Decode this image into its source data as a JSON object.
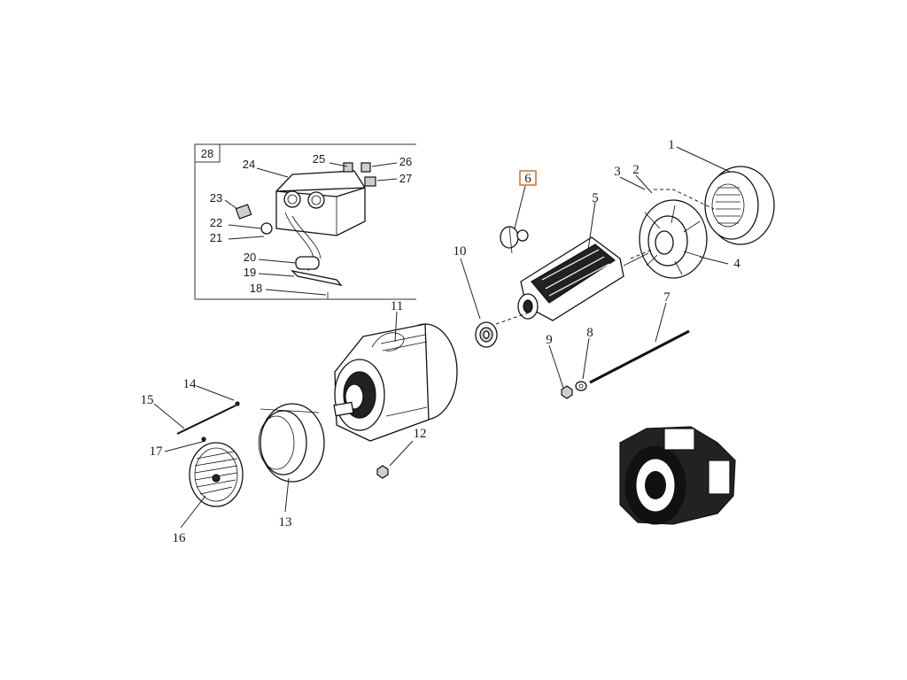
{
  "figure": {
    "highlight_color": "#c8742c"
  },
  "inset": {
    "box_label": "28",
    "callouts": [
      {
        "id": "18",
        "text": "18"
      },
      {
        "id": "19",
        "text": "19"
      },
      {
        "id": "20",
        "text": "20"
      },
      {
        "id": "21",
        "text": "21"
      },
      {
        "id": "22",
        "text": "22"
      },
      {
        "id": "23",
        "text": "23"
      },
      {
        "id": "24",
        "text": "24"
      },
      {
        "id": "25",
        "text": "25"
      },
      {
        "id": "26",
        "text": "26"
      },
      {
        "id": "27",
        "text": "27"
      }
    ]
  },
  "callouts": [
    {
      "id": "1",
      "text": "1"
    },
    {
      "id": "2",
      "text": "2"
    },
    {
      "id": "3",
      "text": "3"
    },
    {
      "id": "4",
      "text": "4"
    },
    {
      "id": "5",
      "text": "5"
    },
    {
      "id": "6",
      "text": "6",
      "highlighted": true
    },
    {
      "id": "7",
      "text": "7"
    },
    {
      "id": "8",
      "text": "8"
    },
    {
      "id": "9",
      "text": "9"
    },
    {
      "id": "10",
      "text": "10"
    },
    {
      "id": "11",
      "text": "11"
    },
    {
      "id": "12",
      "text": "12"
    },
    {
      "id": "13",
      "text": "13"
    },
    {
      "id": "14",
      "text": "14"
    },
    {
      "id": "15",
      "text": "15"
    },
    {
      "id": "16",
      "text": "16"
    },
    {
      "id": "17",
      "text": "17"
    }
  ]
}
